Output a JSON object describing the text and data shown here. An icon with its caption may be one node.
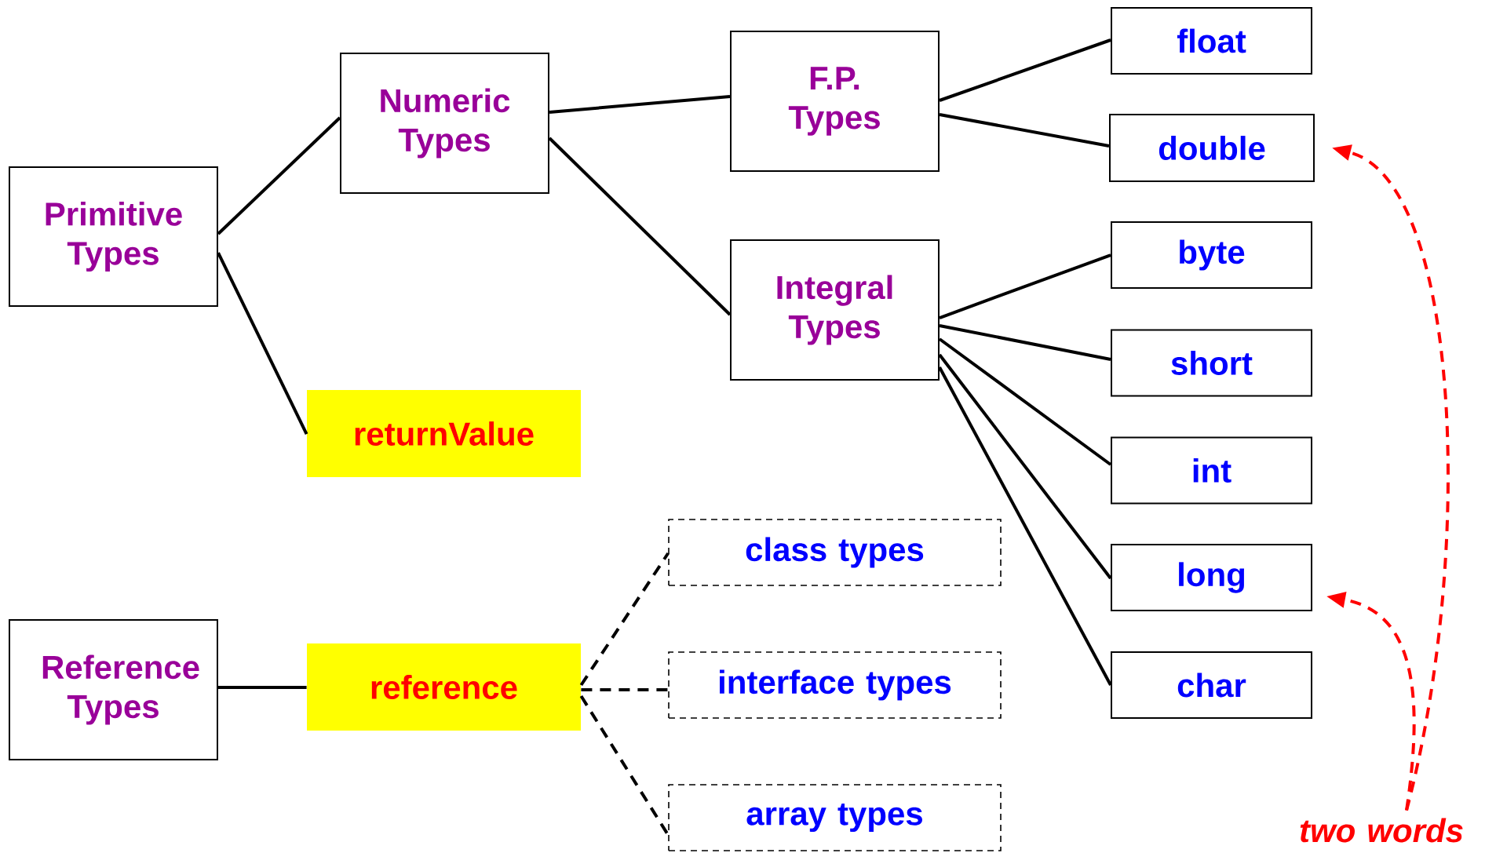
{
  "diagram": {
    "nodes": [
      {
        "text": [
          "Primitive Types"
        ]
      },
      {
        "text": [
          "Numeric Types"
        ]
      },
      {
        "text": [
          "F.P. Types"
        ]
      },
      {
        "text": [
          "Integral Types"
        ]
      },
      {
        "text": [
          "float"
        ]
      },
      {
        "text": [
          "double"
        ]
      },
      {
        "text": [
          "byte"
        ]
      },
      {
        "text": [
          "short"
        ]
      },
      {
        "text": [
          "int"
        ]
      },
      {
        "text": [
          "long"
        ]
      },
      {
        "text": [
          "char"
        ]
      },
      {
        "text": [
          "returnValue"
        ]
      },
      {
        "text": [
          "Reference Types"
        ]
      },
      {
        "text": [
          "reference"
        ]
      },
      {
        "text": [
          "class types"
        ]
      },
      {
        "text": [
          "interface types"
        ]
      },
      {
        "text": [
          "array types"
        ]
      },
      {
        "text": [
          "two words"
        ]
      }
    ],
    "edges": [
      {
        "from": 0,
        "to": 1,
        "arrow": "none"
      },
      {
        "from": 0,
        "to": 11,
        "arrow": "none"
      },
      {
        "from": 1,
        "to": 2,
        "arrow": "none"
      },
      {
        "from": 1,
        "to": 3,
        "arrow": "none"
      },
      {
        "from": 2,
        "to": 4,
        "arrow": "none"
      },
      {
        "from": 2,
        "to": 5,
        "arrow": "none"
      },
      {
        "from": 3,
        "to": 6,
        "arrow": "none"
      },
      {
        "from": 3,
        "to": 7,
        "arrow": "none"
      },
      {
        "from": 3,
        "to": 8,
        "arrow": "none"
      },
      {
        "from": 3,
        "to": 9,
        "arrow": "none"
      },
      {
        "from": 3,
        "to": 10,
        "arrow": "none"
      },
      {
        "from": 12,
        "to": 13,
        "arrow": "none"
      },
      {
        "from": 13,
        "to": 14,
        "arrow": "none",
        "style": "dashed"
      },
      {
        "from": 13,
        "to": 15,
        "arrow": "none",
        "style": "dashed"
      },
      {
        "from": 13,
        "to": 16,
        "arrow": "none",
        "style": "dashed"
      },
      {
        "from": 17,
        "to": 5,
        "arrow": "to",
        "style": "dashed",
        "color": "#ff0000"
      },
      {
        "from": 17,
        "to": 9,
        "arrow": "to",
        "style": "dashed",
        "color": "#ff0000"
      }
    ]
  }
}
